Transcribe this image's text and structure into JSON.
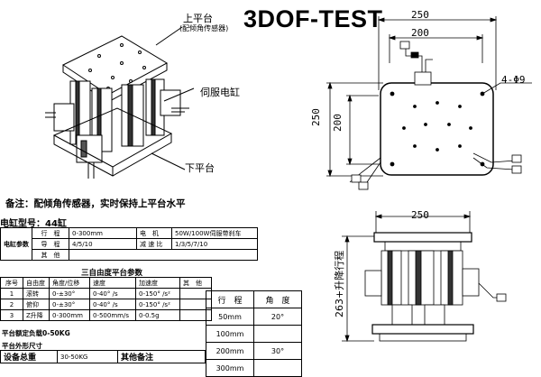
{
  "title": "3DOF-TEST",
  "labels": {
    "top_platform": "上平台",
    "top_platform_sub": "(配倾角传感器)",
    "servo_cylinder": "伺服电缸",
    "bottom_platform": "下平台"
  },
  "dimensions": {
    "top_width_outer": "250",
    "top_width_inner": "200",
    "height_outer": "250",
    "height_inner": "200",
    "hole_spec": "4-Φ9",
    "side_width": "250",
    "side_height": "263+升降行程"
  },
  "note": "备注：配倾角传感器，实时保持上平台水平",
  "model": "电缸型号：44缸",
  "spec_table": {
    "group_label": "电缸参数",
    "rows": [
      {
        "k1": "行　程",
        "v1": "0-300mm",
        "k2": "电　机",
        "v2": "50W/100W伺服带刹车"
      },
      {
        "k1": "导　程",
        "v1": "4/5/10",
        "k2": "减 速 比",
        "v2": "1/3/5/7/10"
      },
      {
        "k1": "其　他",
        "v1": "",
        "k2": "",
        "v2": ""
      }
    ]
  },
  "dof_title": "三自由度平台参数",
  "dof_table": {
    "headers": [
      "序号",
      "自由度",
      "角度/位移",
      "速度",
      "加速度",
      "其　他"
    ],
    "rows": [
      [
        "1",
        "滚转",
        "0-±30°",
        "0-40° /s",
        "0-150° /s²",
        ""
      ],
      [
        "2",
        "俯仰",
        "0-±30°",
        "0-40° /s",
        "0-150° /s²",
        ""
      ],
      [
        "3",
        "Z升降",
        "0-300mm",
        "0-500mm/s",
        "0-0.5g",
        ""
      ]
    ]
  },
  "load_label": "平台额定负载0-50KG",
  "outer_label": "平台外形尺寸",
  "bottom_table": {
    "c1": "设备总重",
    "c2": "30-50KG",
    "c3": "其他备注"
  },
  "stroke_table": {
    "headers": [
      "行　程",
      "角　度"
    ],
    "rows": [
      {
        "stroke": "50mm",
        "angle": "20°"
      },
      {
        "stroke": "100mm",
        "angle": ""
      },
      {
        "stroke": "200mm",
        "angle": "30°"
      },
      {
        "stroke": "300mm",
        "angle": ""
      }
    ]
  }
}
